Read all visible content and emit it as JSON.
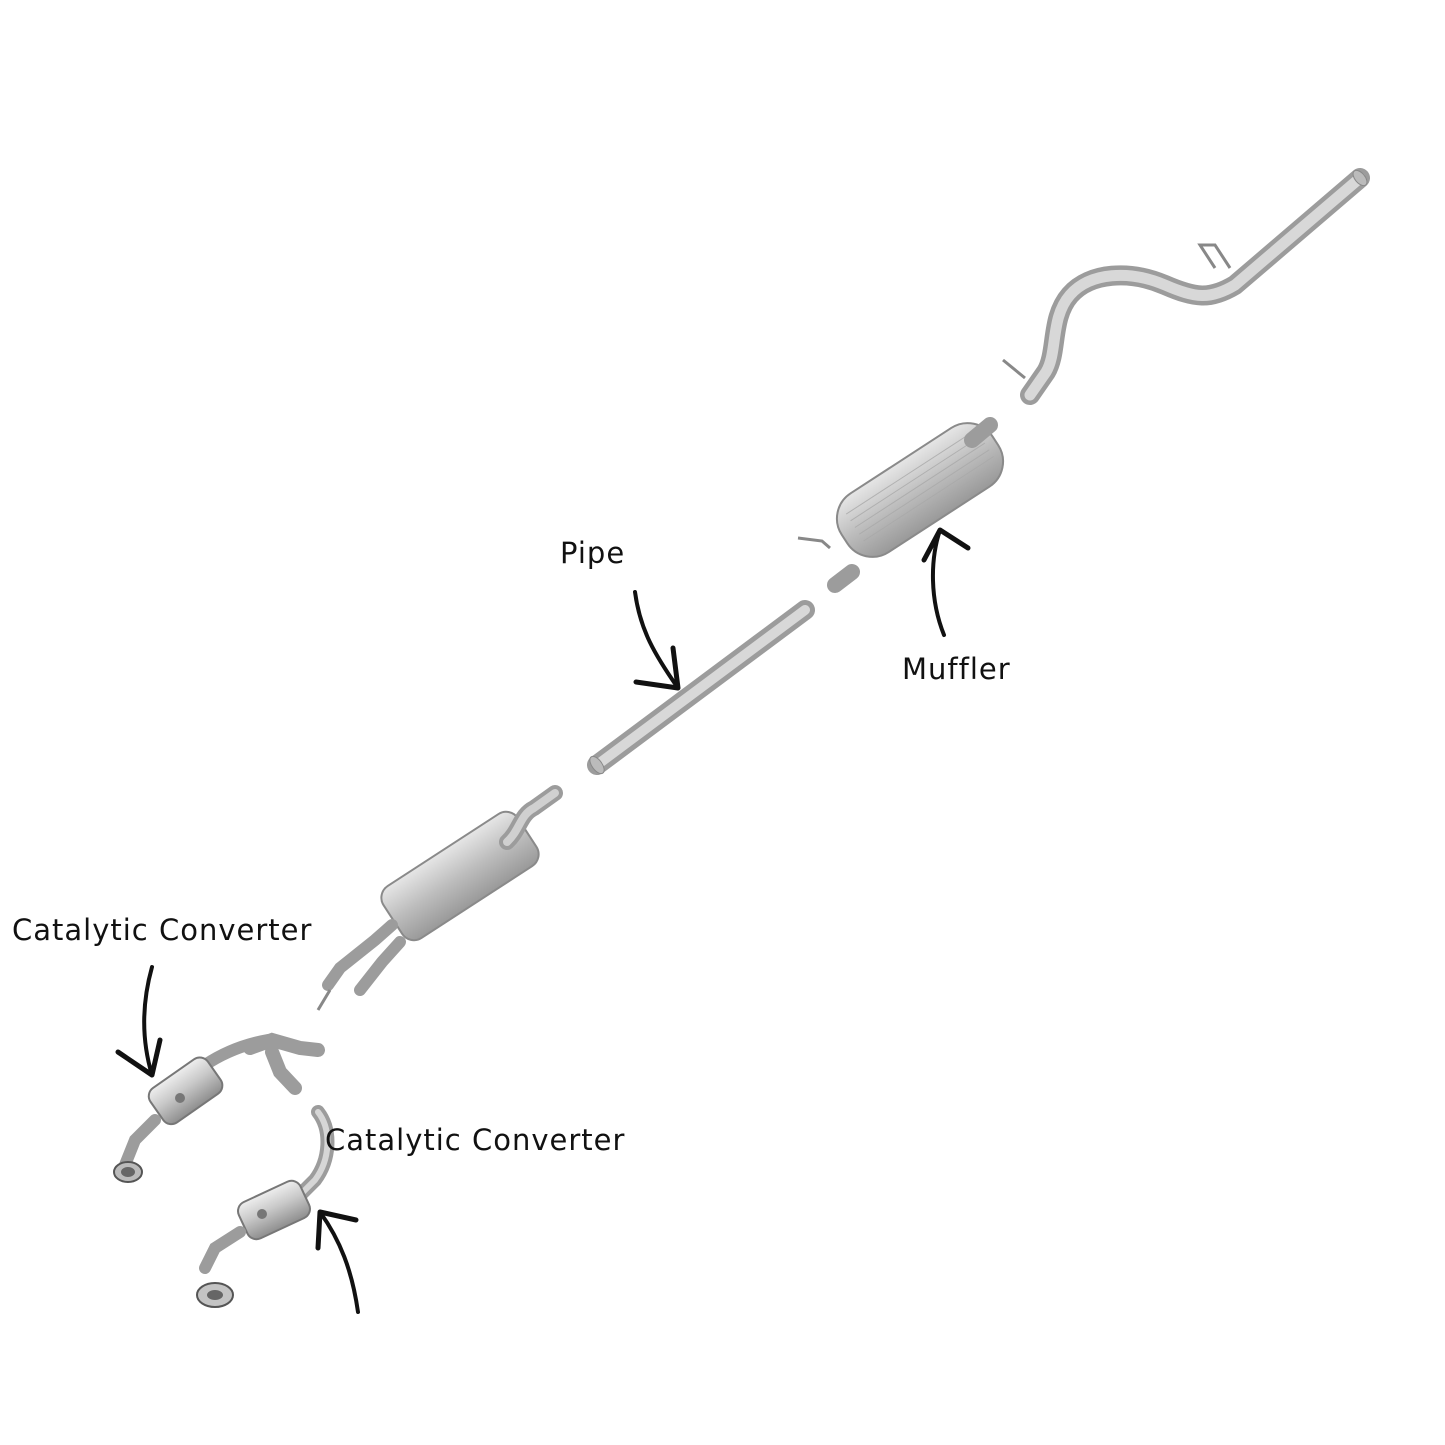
{
  "labels": {
    "pipe": "Pipe",
    "muffler": "Muffler",
    "catalytic_converter_upper": "Catalytic Converter",
    "catalytic_converter_lower": "Catalytic Converter"
  },
  "colors": {
    "background": "#ffffff",
    "metal_light": "#d9d9d9",
    "metal_mid": "#b5b5b5",
    "metal_dark": "#8c8c8c",
    "text": "#111111",
    "arrow": "#111111"
  }
}
